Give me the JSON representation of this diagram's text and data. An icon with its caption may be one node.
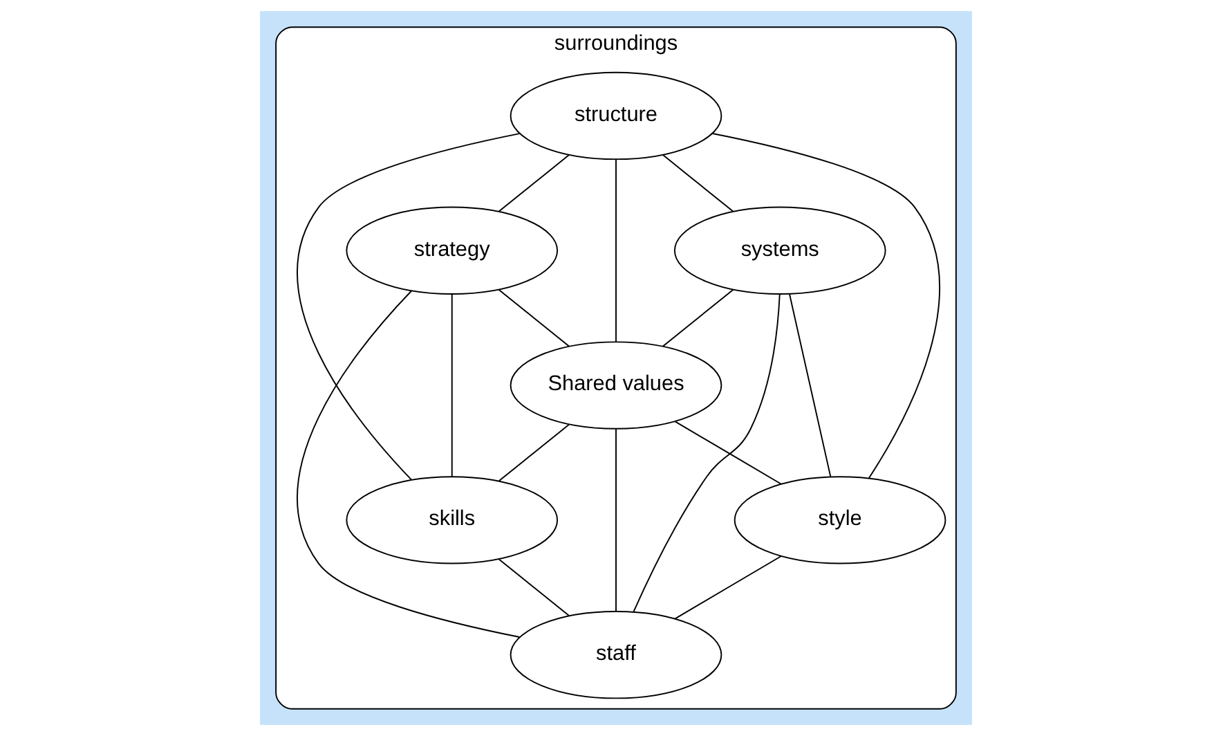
{
  "diagram": {
    "nodes": [
      {
        "text": [
          "surroundings"
        ]
      },
      {
        "text": [
          "structure"
        ],
        "in": 0
      },
      {
        "text": [
          "strategy"
        ],
        "in": 0
      },
      {
        "text": [
          "systems"
        ],
        "in": 0
      },
      {
        "text": [
          "Shared values"
        ],
        "in": 0
      },
      {
        "text": [
          "skills"
        ],
        "in": 0
      },
      {
        "text": [
          "style"
        ],
        "in": 0
      },
      {
        "text": [
          "staff"
        ],
        "in": 0
      }
    ],
    "edges": [
      {
        "from": 1,
        "to": 2,
        "arrow": "none"
      },
      {
        "from": 1,
        "to": 3,
        "arrow": "none"
      },
      {
        "from": 1,
        "to": 4,
        "arrow": "none"
      },
      {
        "from": 1,
        "to": 5,
        "arrow": "none"
      },
      {
        "from": 1,
        "to": 6,
        "arrow": "none"
      },
      {
        "from": 2,
        "to": 4,
        "arrow": "none"
      },
      {
        "from": 2,
        "to": 5,
        "arrow": "none"
      },
      {
        "from": 2,
        "to": 7,
        "arrow": "none"
      },
      {
        "from": 3,
        "to": 4,
        "arrow": "none"
      },
      {
        "from": 3,
        "to": 6,
        "arrow": "none"
      },
      {
        "from": 3,
        "to": 7,
        "arrow": "none"
      },
      {
        "from": 4,
        "to": 5,
        "arrow": "none"
      },
      {
        "from": 4,
        "to": 6,
        "arrow": "none"
      },
      {
        "from": 4,
        "to": 7,
        "arrow": "none"
      },
      {
        "from": 5,
        "to": 7,
        "arrow": "none"
      },
      {
        "from": 6,
        "to": 7,
        "arrow": "none"
      }
    ]
  }
}
